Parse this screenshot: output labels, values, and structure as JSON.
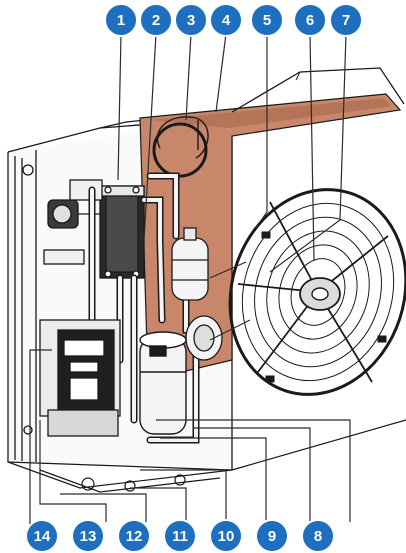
{
  "colors": {
    "badge_fill": "#1e6fbf",
    "badge_border": "#ffffff",
    "leader": "#2b2b2b",
    "line_art": "#1a1a1a",
    "insulation": "#c8876a",
    "body_fill": "#f4f4f4"
  },
  "callouts": {
    "top": [
      "1",
      "2",
      "3",
      "4",
      "5",
      "6",
      "7"
    ],
    "bottom": [
      "14",
      "13",
      "12",
      "11",
      "10",
      "9",
      "8"
    ]
  }
}
